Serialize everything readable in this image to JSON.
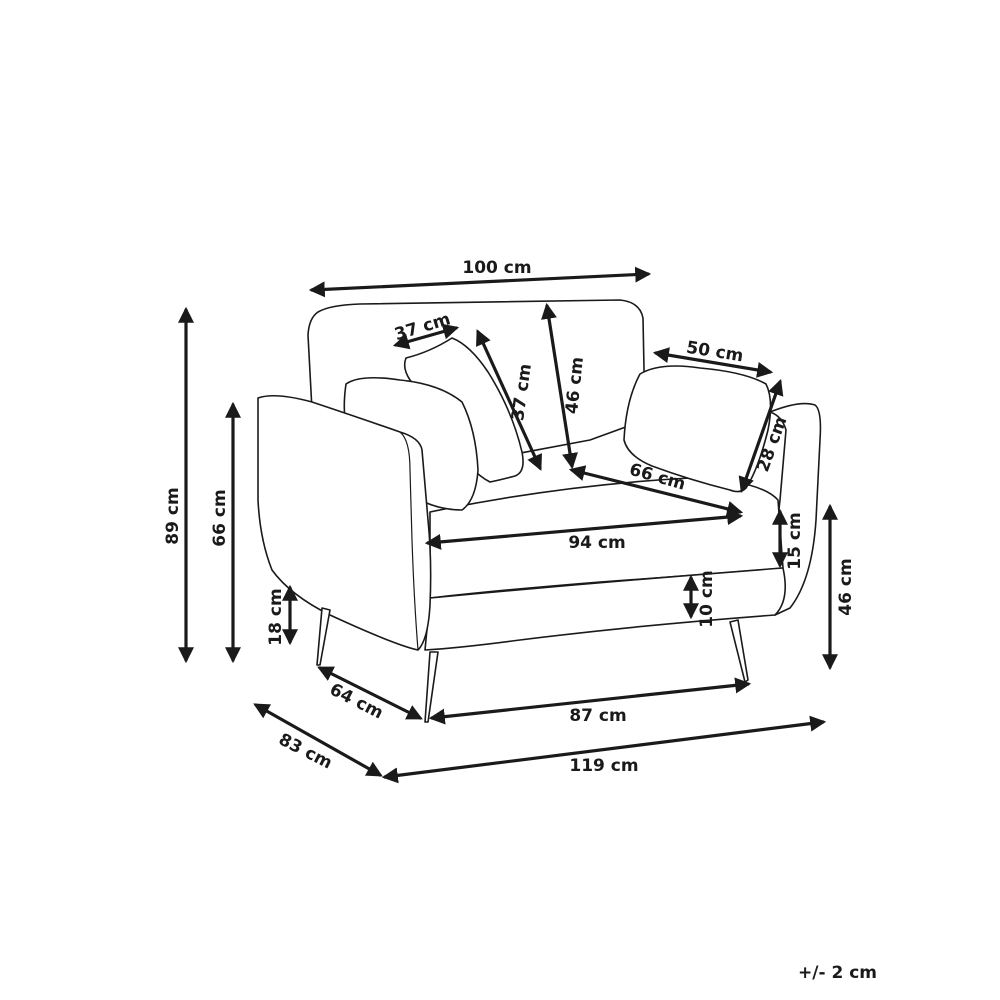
{
  "dimensions": {
    "seat_back_width": "100 cm",
    "pillow_small_width": "37 cm",
    "pillow_small_height": "37 cm",
    "backrest_height": "46 cm",
    "pillow_large_width": "50 cm",
    "pillow_large_height": "28 cm",
    "seat_depth": "66 cm",
    "total_height": "89 cm",
    "arm_height": "66 cm",
    "seat_width": "94 cm",
    "cushion_thickness": "15 cm",
    "seat_frame": "10 cm",
    "seat_height": "46 cm",
    "leg_height": "18 cm",
    "leg_depth": "64 cm",
    "leg_width": "87 cm",
    "total_depth": "83 cm",
    "total_width": "119 cm"
  },
  "tolerance": "+/- 2 cm"
}
